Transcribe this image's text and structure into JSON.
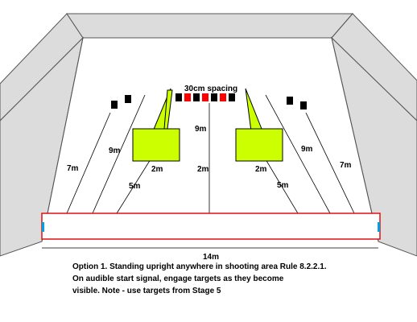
{
  "colors": {
    "wall_fill": "#dcdcdc",
    "wall_stroke": "#555555",
    "prop_fill": "#ccff00",
    "target_black": "#000000",
    "target_red": "#ff0000",
    "shooting_area_stroke": "#e01010",
    "fault_line_ends": "#00a0e6"
  },
  "spacing_label": "30cm spacing",
  "center_target_pattern": [
    "black",
    "red",
    "black",
    "red",
    "black",
    "red",
    "black"
  ],
  "distances": {
    "left_outer": "7m",
    "left_mid": "9m",
    "left_prop": "2m",
    "left_inner": "5m",
    "center_top": "9m",
    "center_bottom": "2m",
    "right_mid": "9m",
    "right_outer": "7m",
    "right_prop": "2m",
    "right_inner": "5m"
  },
  "width_label": "14m",
  "caption": [
    "Option 1. Standing upright anywhere in shooting area Rule 8.2.2.1.",
    "On audible start signal, engage targets as they become",
    "visible.  Note - use targets from Stage 5"
  ]
}
